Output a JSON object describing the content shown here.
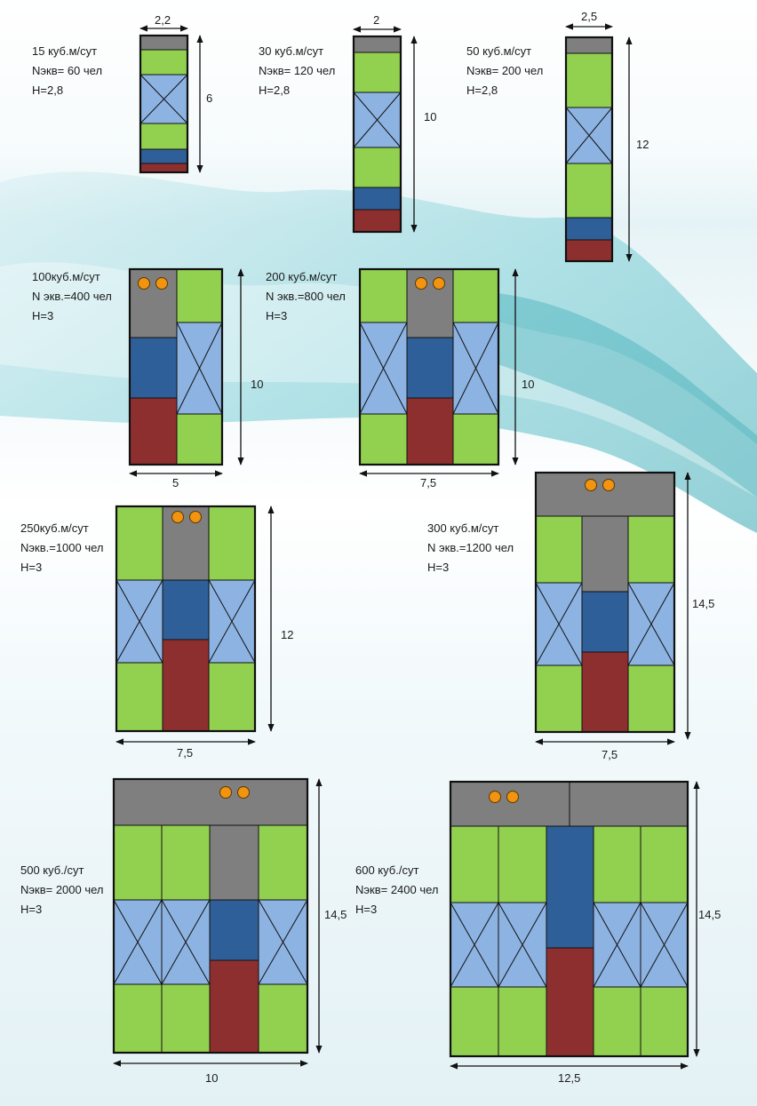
{
  "plants": [
    {
      "id": "p15",
      "capacity": "15 куб.м/сут",
      "population": "Nэкв= 60 чел",
      "height": "H=2,8",
      "width_dim": "2,2",
      "length_dim": "6"
    },
    {
      "id": "p30",
      "capacity": "30 куб.м/сут",
      "population": "Nэкв= 120 чел",
      "height": "H=2,8",
      "width_dim": "2",
      "length_dim": "10"
    },
    {
      "id": "p50",
      "capacity": "50 куб.м/сут",
      "population": "Nэкв= 200 чел",
      "height": "H=2,8",
      "width_dim": "2,5",
      "length_dim": "12"
    },
    {
      "id": "p100",
      "capacity": "100куб.м/сут",
      "population": "N экв.=400 чел",
      "height": "H=3",
      "width_dim": "5",
      "length_dim": "10"
    },
    {
      "id": "p200",
      "capacity": "200 куб.м/сут",
      "population": "N экв.=800 чел",
      "height": "H=3",
      "width_dim": "7,5",
      "length_dim": "10"
    },
    {
      "id": "p250",
      "capacity": "250куб.м/сут",
      "population": "Nэкв.=1000 чел",
      "height": "H=3",
      "width_dim": "7,5",
      "length_dim": "12"
    },
    {
      "id": "p300",
      "capacity": "300 куб.м/сут",
      "population": "N экв.=1200 чел",
      "height": "H=3",
      "width_dim": "7,5",
      "length_dim": "14,5"
    },
    {
      "id": "p500",
      "capacity": "500 куб./сут",
      "population": "Nэкв= 2000 чел",
      "height": "H=3",
      "width_dim": "10",
      "length_dim": "14,5"
    },
    {
      "id": "p600",
      "capacity": "600 куб./сут",
      "population": "Nэкв= 2400 чел",
      "height": "H=3",
      "width_dim": "12,5",
      "length_dim": "14,5"
    }
  ],
  "colors": {
    "gray_zone": "#7f7f7f",
    "green_zone": "#92d050",
    "light_blue_zone": "#8db3e2",
    "dark_blue_zone": "#2f5f98",
    "red_zone": "#8e2f2f",
    "pump_circle": "#f29410",
    "outline": "#111111",
    "water_accent": "#4fb8c4"
  }
}
